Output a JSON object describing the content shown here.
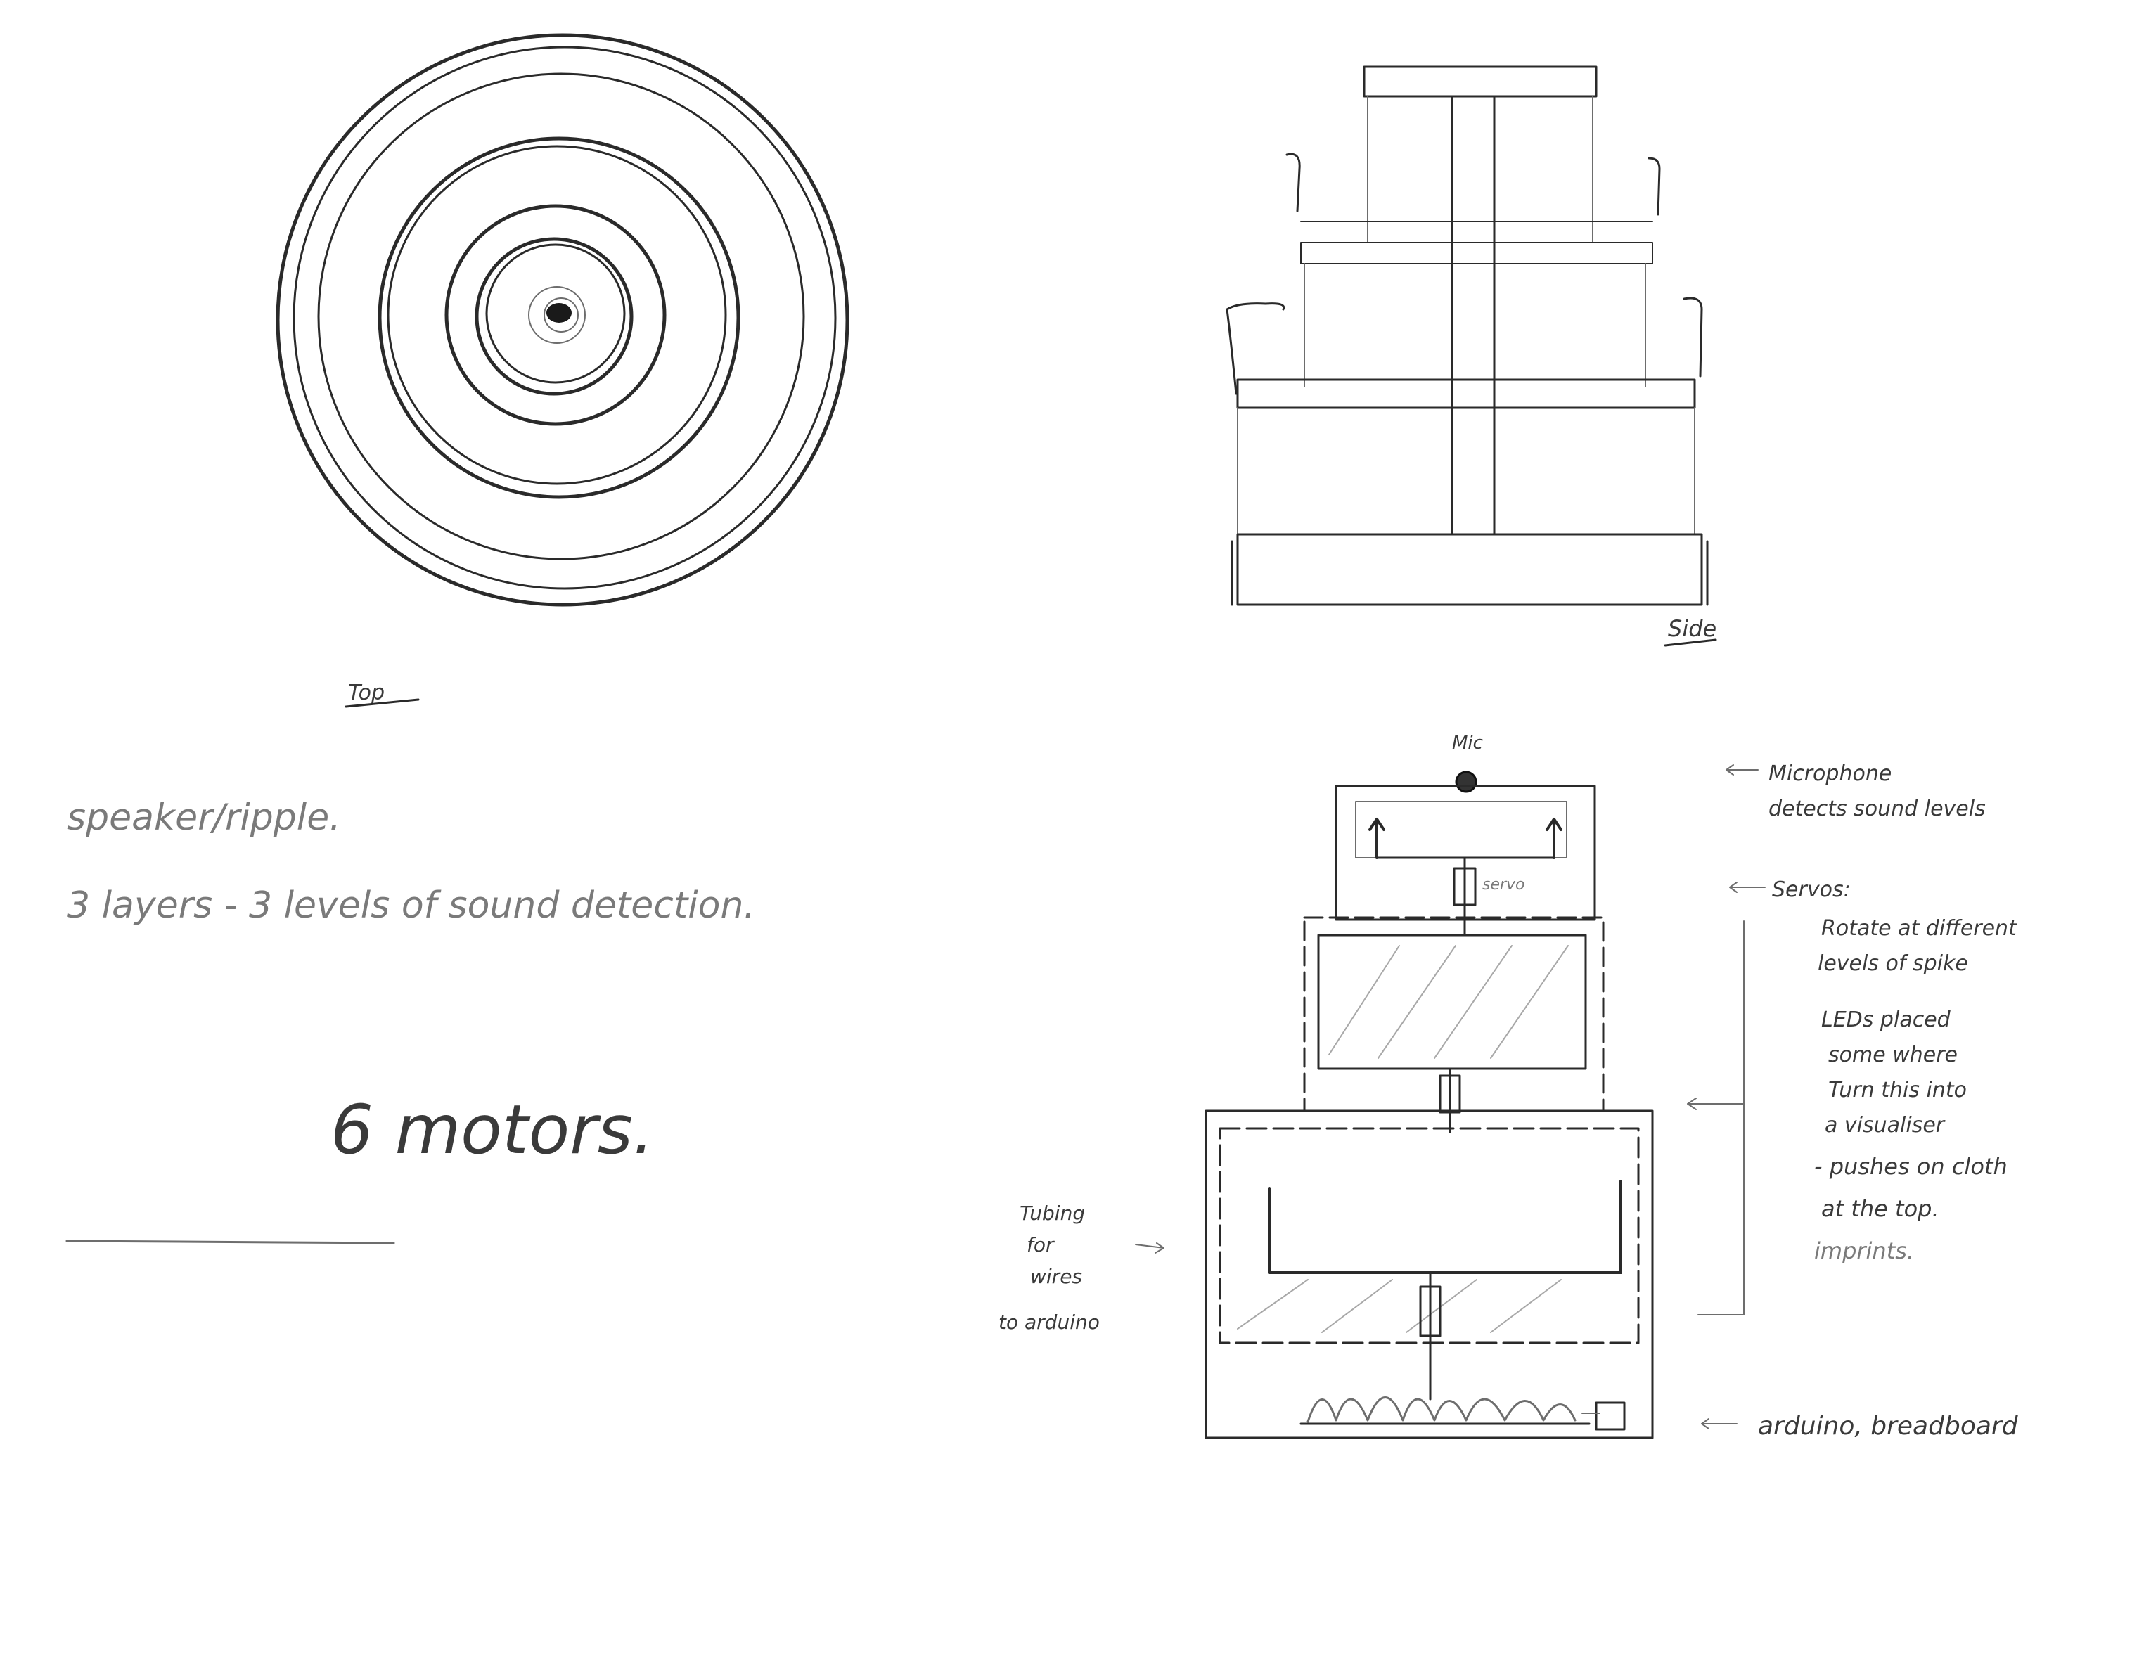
{
  "labels": {
    "top": "Top",
    "side": "Side",
    "mic": "Mic",
    "servo": "servo"
  },
  "notes": {
    "line1": "speaker/ripple.",
    "line2": "3 layers  -  3 levels  of  sound  detection.",
    "line3": "6 motors."
  },
  "annotations": {
    "microphone": [
      "Microphone",
      "detects sound levels"
    ],
    "servos": [
      "Servos:",
      "Rotate at different",
      "levels of spike"
    ],
    "leds": [
      "LEDs placed",
      "some where",
      "Turn this into",
      "a visualiser",
      "- pushes on cloth",
      "at the top.",
      "imprints."
    ],
    "arduino": "arduino, breadboard",
    "tubing": [
      "Tubing",
      "for",
      "wires",
      "to arduino"
    ]
  }
}
